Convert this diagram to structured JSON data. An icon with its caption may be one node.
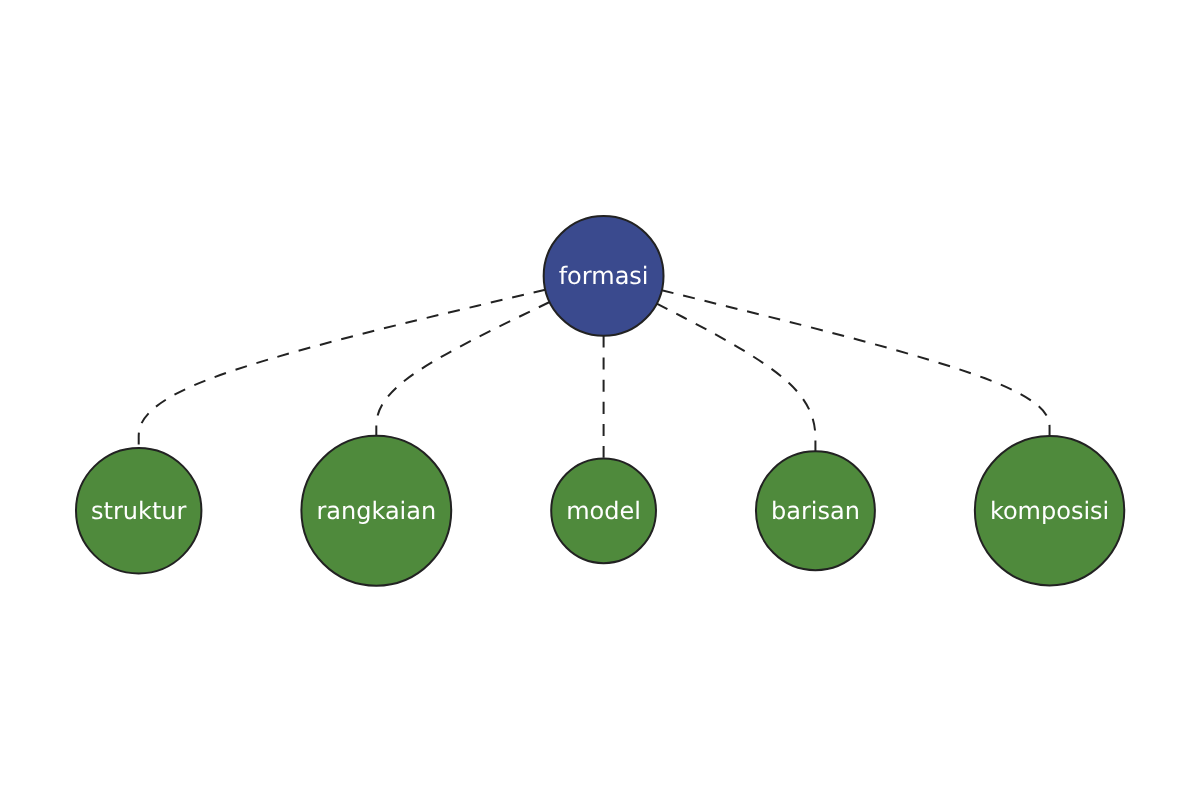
{
  "diagram": {
    "nodes": [
      {
        "text": [
          "struktur"
        ]
      },
      {
        "text": [
          "formasi"
        ]
      },
      {
        "text": [
          "komposisi"
        ]
      },
      {
        "text": [
          "rangkaian"
        ]
      },
      {
        "text": [
          "barisan"
        ]
      },
      {
        "text": [
          "model"
        ]
      }
    ],
    "edges": [
      {
        "from": 1,
        "to": 0,
        "arrow": "none",
        "style": "dashed"
      },
      {
        "from": 1,
        "to": 3,
        "arrow": "none",
        "style": "dashed"
      },
      {
        "from": 1,
        "to": 5,
        "arrow": "none",
        "style": "dashed"
      },
      {
        "from": 1,
        "to": 4,
        "arrow": "none",
        "style": "dashed"
      },
      {
        "from": 1,
        "to": 2,
        "arrow": "none",
        "style": "dashed"
      }
    ]
  }
}
